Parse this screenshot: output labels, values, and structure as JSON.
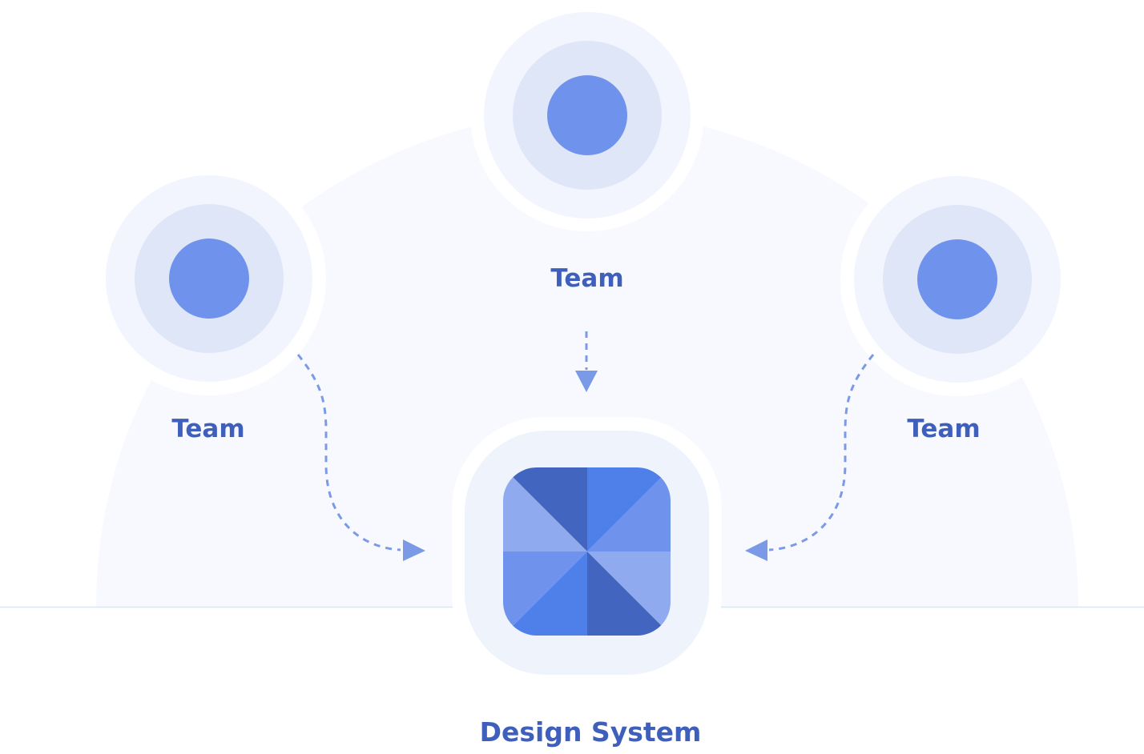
{
  "nodes": {
    "team_left": {
      "label": "Team",
      "icon": "team-avatar-icon"
    },
    "team_top": {
      "label": "Team",
      "icon": "team-avatar-icon"
    },
    "team_right": {
      "label": "Team",
      "icon": "team-avatar-icon"
    },
    "design_system": {
      "label": "Design System",
      "icon": "design-system-logo-icon"
    }
  },
  "edges": [
    {
      "from": "team_left",
      "to": "design_system",
      "style": "dashed-arrow"
    },
    {
      "from": "team_top",
      "to": "design_system",
      "style": "dashed-arrow"
    },
    {
      "from": "team_right",
      "to": "design_system",
      "style": "dashed-arrow"
    }
  ],
  "colors": {
    "label": "#3f5fbd",
    "avatar_core": "#6f92ec",
    "avatar_ring": "#dfe6f8",
    "avatar_halo": "#f2f5fd",
    "arrow": "#7a9ae8",
    "backdrop": "#f8f9fe",
    "baseline": "#dce8f0",
    "logo_dark": "#4265c0",
    "logo_mid": "#4f7fe8",
    "logo_medium": "#6f92ec",
    "logo_light": "#90aaf0",
    "tile_bg": "#eef3fc"
  }
}
